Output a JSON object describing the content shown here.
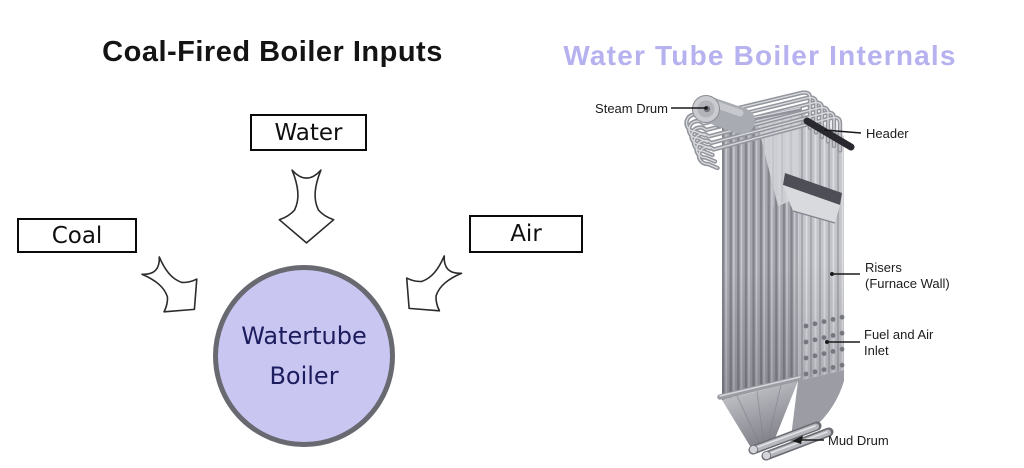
{
  "left_diagram": {
    "title": "Coal-Fired Boiler Inputs",
    "input_boxes": {
      "water": "Water",
      "coal": "Coal",
      "air": "Air"
    },
    "boiler_label_line1": "Watertube",
    "boiler_label_line2": "Boiler"
  },
  "right_diagram": {
    "title": "Water Tube Boiler Internals",
    "part_labels": {
      "steam_drum": "Steam Drum",
      "header": "Header",
      "risers_line1": "Risers",
      "risers_line2": "(Furnace Wall)",
      "fuel_air_line1": "Fuel and Air",
      "fuel_air_line2": "Inlet",
      "mud_drum": "Mud Drum"
    }
  },
  "colors": {
    "left_title": "#141414",
    "right_title": "#b6b1ef",
    "boiler_circle_fill": "#c9c7f1",
    "boiler_circle_border": "#696971",
    "boiler_circle_text": "#1c1c5e",
    "box_border": "#0a0a0a",
    "part_label_text": "#1c1c1c",
    "metal_light": "#d4d5d9",
    "metal_mid": "#a6a7ae",
    "metal_dark": "#6e6e76",
    "header_bar": "#28282e"
  }
}
